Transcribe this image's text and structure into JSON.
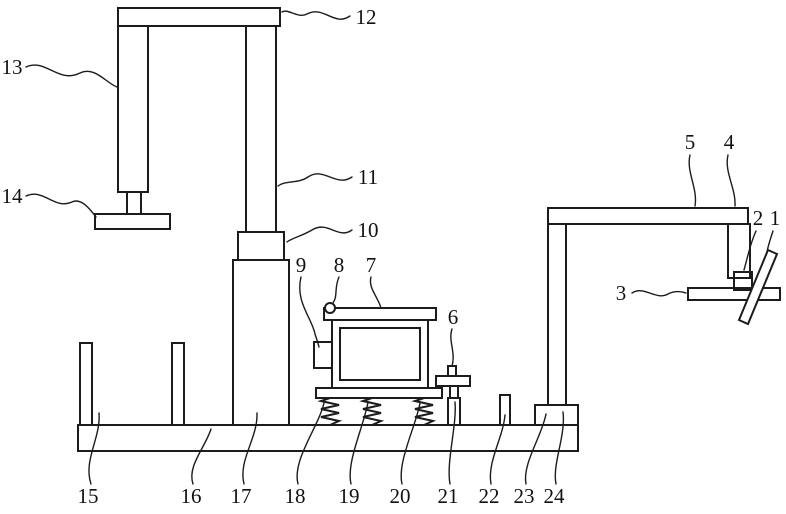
{
  "figure": {
    "background_color": "#ffffff",
    "line_color": "#1c1c1c",
    "label_color": "#111111"
  },
  "labels": {
    "n1": "1",
    "n2": "2",
    "n3": "3",
    "n4": "4",
    "n5": "5",
    "n6": "6",
    "n7": "7",
    "n8": "8",
    "n9": "9",
    "n10": "10",
    "n11": "11",
    "n12": "12",
    "n13": "13",
    "n14": "14",
    "n15": "15",
    "n16": "16",
    "n17": "17",
    "n18": "18",
    "n19": "19",
    "n20": "20",
    "n21": "21",
    "n22": "22",
    "n23": "23",
    "n24": "24"
  }
}
